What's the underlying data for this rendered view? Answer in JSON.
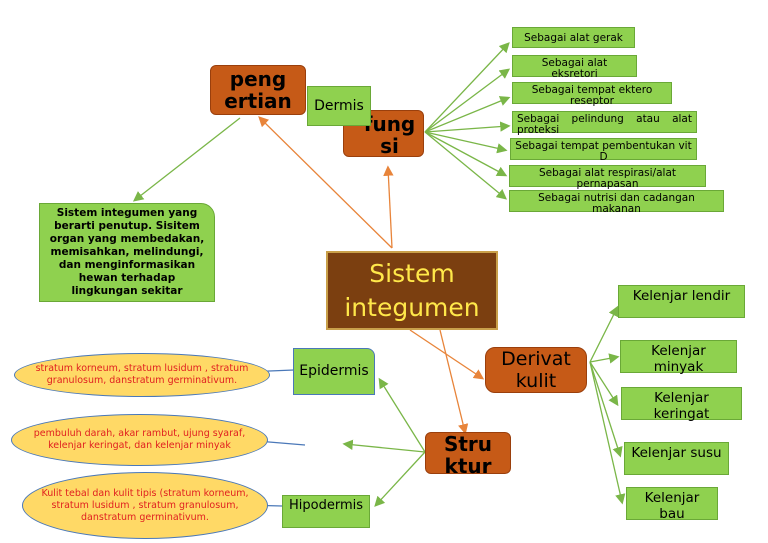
{
  "center": "Sistem integumen",
  "pengertian": {
    "title": "peng ertian",
    "text": "Sistem integumen yang berarti penutup. Sisitem organ yang membedakan, memisahkan, melindungi, dan menginformasikan hewan terhadap lingkungan sekitar"
  },
  "fungsi": {
    "title": "fung si",
    "items": [
      "Sebagai alat gerak",
      "Sebagai alat eksretori",
      "Sebagai tempat ektero reseptor",
      "Sebagai pelindung atau alat proteksi",
      "Sebagai tempat pembentukan vit D",
      "Sebagai alat respirasi/alat pernapasan",
      "Sebagai nutrisi dan cadangan makanan"
    ]
  },
  "derivat": {
    "title": "Derivat kulit",
    "items": [
      "Kelenjar lendir",
      "Kelenjar minyak",
      "Kelenjar keringat",
      "Kelenjar susu",
      "Kelenjar bau"
    ]
  },
  "struktur": {
    "title": "Stru ktur",
    "layers": [
      "Epidermis",
      "Dermis",
      "Hipodermis"
    ],
    "descriptions": [
      "stratum korneum, stratum lusidum , stratum granulosum, danstratum germinativum.",
      "pembuluh darah, akar rambut, ujung syaraf, kelenjar keringat, dan kelenjar minyak",
      "Kulit tebal dan kulit tipis (stratum korneum, stratum lusidum , stratum granulosum, danstratum germinativum."
    ]
  },
  "colors": {
    "orange": "#c65a17",
    "center": "#7b3f10",
    "center_text": "#ffe84a",
    "green": "#8fd14f",
    "ellipse": "#ffd966",
    "ellipse_text": "#e02020",
    "green_line": "#7ab648",
    "orange_line": "#e8843a",
    "blue_line": "#4a78b8"
  }
}
